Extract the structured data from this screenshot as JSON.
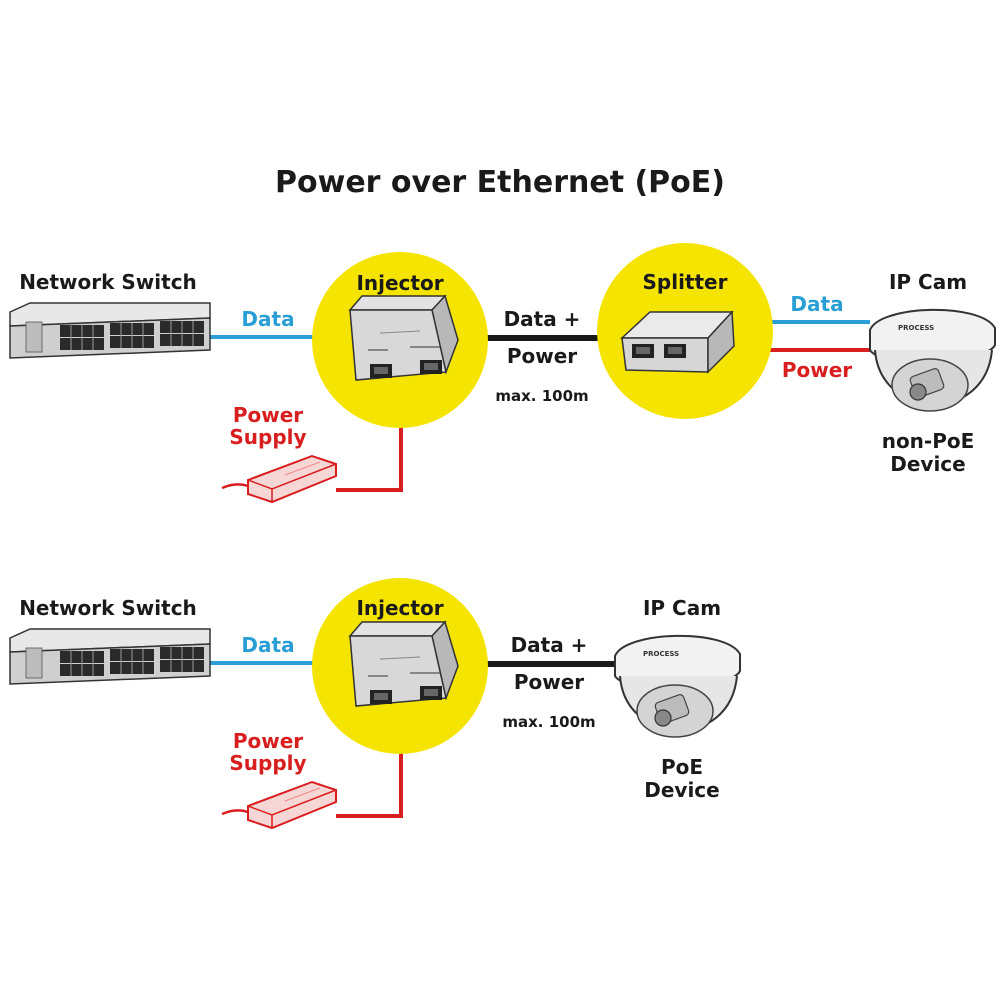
{
  "title": "Power over Ethernet (PoE)",
  "colors": {
    "data_line": "#2a9fd6",
    "power_line": "#d81e1e",
    "combined_line": "#1a1a1a",
    "highlight": "#f5e300",
    "data_text": "#2a9fd6",
    "power_text": "#d81e1e"
  },
  "top": {
    "switch_label": "Network Switch",
    "data_label": "Data",
    "injector_label": "Injector",
    "power_supply_line1": "Power",
    "power_supply_line2": "Supply",
    "cable_line1": "Data +",
    "cable_line2": "Power",
    "distance": "max. 100m",
    "splitter_label": "Splitter",
    "out_data_label": "Data",
    "out_power_label": "Power",
    "camera_label": "IP Cam",
    "device_line1": "non-PoE",
    "device_line2": "Device"
  },
  "bottom": {
    "switch_label": "Network Switch",
    "data_label": "Data",
    "injector_label": "Injector",
    "power_supply_line1": "Power",
    "power_supply_line2": "Supply",
    "cable_line1": "Data +",
    "cable_line2": "Power",
    "distance": "max. 100m",
    "camera_label": "IP Cam",
    "device_line1": "PoE",
    "device_line2": "Device"
  },
  "icons": [
    "network-switch-icon",
    "injector-icon",
    "power-supply-icon",
    "splitter-icon",
    "dome-camera-icon"
  ]
}
